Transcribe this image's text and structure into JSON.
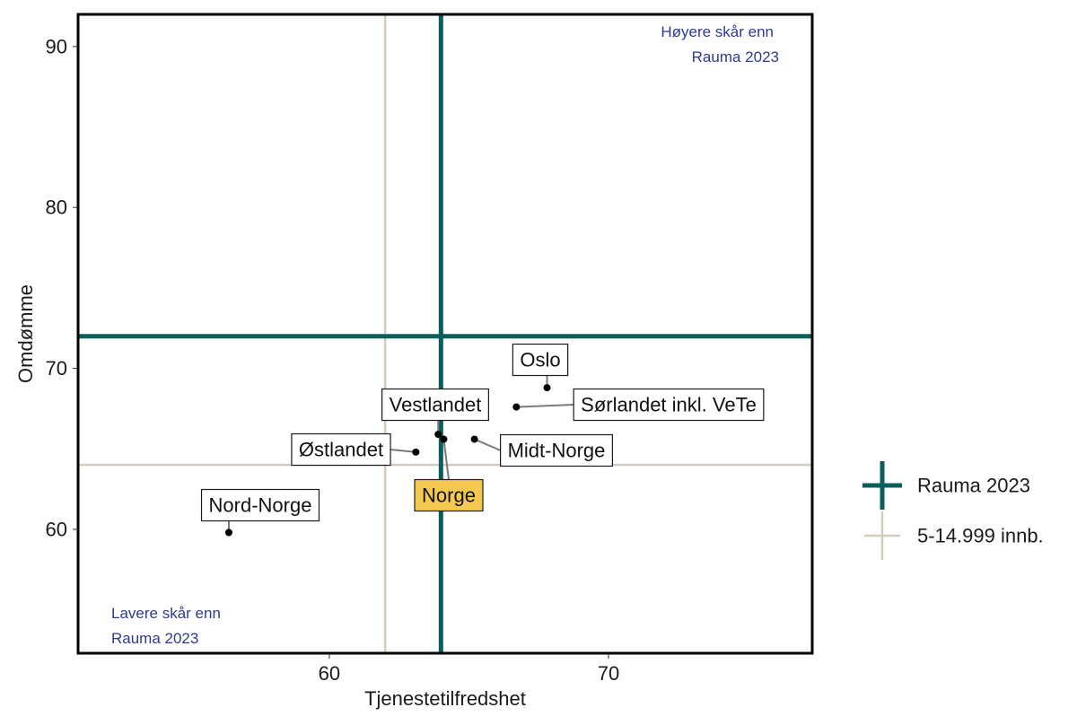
{
  "chart_data": {
    "type": "scatter",
    "xlabel": "Tjenestetilfredshet",
    "ylabel": "Omdømme",
    "xlim": [
      51,
      77.3
    ],
    "ylim": [
      52.3,
      92
    ],
    "x_ticks": [
      60,
      70
    ],
    "y_ticks": [
      60,
      70,
      80,
      90
    ],
    "grid": false,
    "points": [
      {
        "label": "Oslo",
        "x": 67.8,
        "y": 68.8
      },
      {
        "label": "Sørlandet inkl. VeTe",
        "x": 66.7,
        "y": 67.6
      },
      {
        "label": "Vestlandet",
        "x": 63.9,
        "y": 65.9
      },
      {
        "label": "Midt-Norge",
        "x": 65.2,
        "y": 65.6
      },
      {
        "label": "Østlandet",
        "x": 63.1,
        "y": 64.8
      },
      {
        "label": "Norge",
        "x": 64.1,
        "y": 65.6,
        "highlight": true
      },
      {
        "label": "Nord-Norge",
        "x": 56.4,
        "y": 59.8
      }
    ],
    "reference_lines": [
      {
        "name": "Rauma 2023",
        "x": 64.0,
        "y": 72.0,
        "color": "#0b5e5a"
      },
      {
        "name": "5-14.999 innb.",
        "x": 62.0,
        "y": 64.0,
        "color": "#d3cbbd"
      }
    ],
    "annotations": {
      "top_right": [
        "Høyere skår enn",
        "Rauma 2023"
      ],
      "bottom_left": [
        "Lavere skår enn",
        "Rauma 2023"
      ],
      "color": "#2f3a8f"
    },
    "legend": {
      "placement": "right",
      "entries": [
        "Rauma 2023",
        "5-14.999 innb."
      ]
    },
    "colors": {
      "highlight_fill": "#f5c94f",
      "point": "#000000",
      "leader": "#7a7a7a"
    }
  }
}
